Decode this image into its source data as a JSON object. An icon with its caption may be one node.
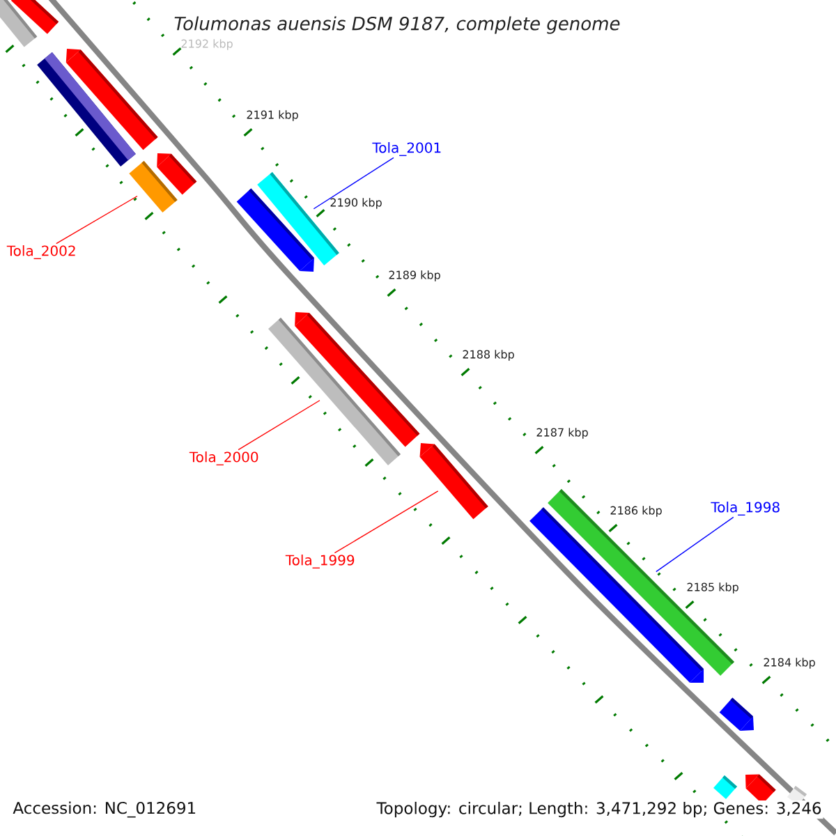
{
  "diagram": {
    "title": "Tolumonas auensis DSM 9187, complete genome",
    "nodes": [
      {
        "text": [
          "Tola_2001"
        ]
      },
      {
        "text": [
          "Tola_2002"
        ]
      },
      {
        "text": [
          "Tola_2000"
        ]
      },
      {
        "text": [
          "Tola_1998"
        ]
      },
      {
        "text": [
          "Tola_1999"
        ]
      },
      {
        "text": [],
        "shape": "bar"
      },
      {
        "text": [],
        "shape": "bar"
      },
      {
        "text": [],
        "shape": "bar"
      },
      {
        "text": [],
        "shape": "bar"
      },
      {
        "text": [],
        "shape": "bar"
      },
      {
        "text": [],
        "shape": "bar"
      },
      {
        "text": [],
        "shape": "bar"
      },
      {
        "text": [],
        "shape": "bar"
      },
      {
        "text": [],
        "shape": "bar"
      },
      {
        "text": [],
        "shape": "bar"
      },
      {
        "text": [],
        "shape": "bar"
      },
      {
        "text": [],
        "shape": "bar"
      },
      {
        "text": [],
        "shape": "bar"
      },
      {
        "text": [],
        "shape": "bar"
      },
      {
        "text": [],
        "shape": "bar"
      },
      {
        "text": [],
        "shape": "bar"
      },
      {
        "text": [],
        "shape": "bar"
      }
    ],
    "edges": [
      {
        "from": 1,
        "to": 10,
        "arrow": "none"
      },
      {
        "from": 0,
        "to": 11,
        "arrow": "none",
        "color": "#0000ff"
      },
      {
        "from": 2,
        "to": 14,
        "arrow": "none"
      },
      {
        "from": 4,
        "to": 15,
        "arrow": "none"
      },
      {
        "from": 3,
        "to": 16,
        "arrow": "none",
        "color": "#0000ff"
      }
    ],
    "labels": [
      "2192 kbp",
      "2191 kbp",
      "2190 kbp",
      "2189 kbp",
      "2188 kbp",
      "2187 kbp",
      "2186 kbp",
      "2185 kbp",
      "2184 kbp",
      "Accession: NC_012691",
      "Topology: circular; Length: 3,471,292 bp; Genes: 3,246"
    ]
  }
}
